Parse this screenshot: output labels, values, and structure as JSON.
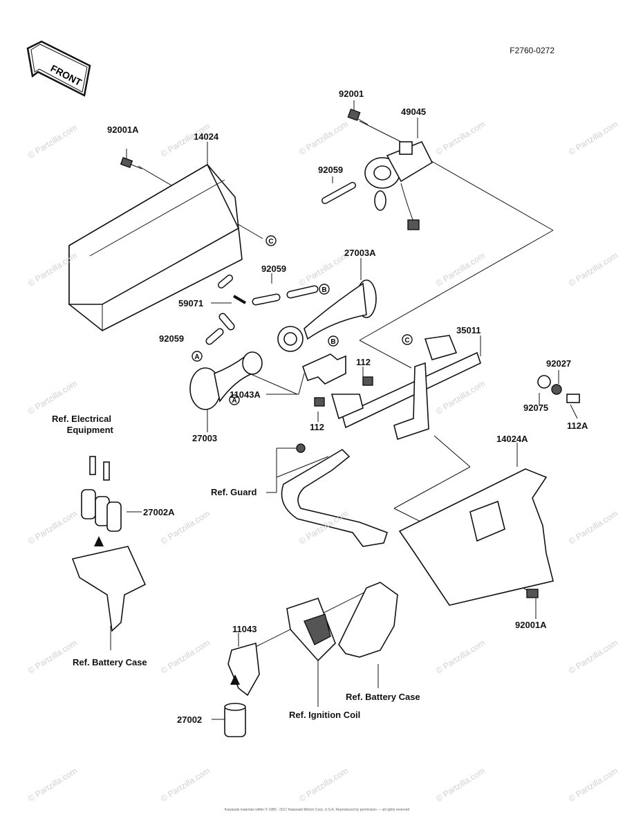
{
  "diagram_code": "F2760-0272",
  "front_label": "FRONT",
  "watermark_text": "© Partzilla.com",
  "callouts": {
    "A": "A",
    "B": "B",
    "C": "C"
  },
  "parts": {
    "p92001": "92001",
    "p49045": "49045",
    "p92001A_top": "92001A",
    "p14024": "14024",
    "p92059_top": "92059",
    "p92059_mid": "92059",
    "p27003A": "27003A",
    "p59071": "59071",
    "p92059_low": "92059",
    "p35011": "35011",
    "p112_upper": "112",
    "p92027": "92027",
    "p11043A": "11043A",
    "p112_lower": "112",
    "p92075": "92075",
    "p112A": "112A",
    "p27003": "27003",
    "p14024A": "14024A",
    "p27002A": "27002A",
    "p92001A_bottom": "92001A",
    "p11043": "11043",
    "p27002": "27002"
  },
  "refs": {
    "electrical": "Ref. Electrical\n      Equipment",
    "guard": "Ref. Guard",
    "battery_left": "Ref. Battery Case",
    "battery_right": "Ref. Battery Case",
    "ignition": "Ref. Ignition Coil"
  },
  "footer_text": "Kawasaki materials within © 1985 - 2017 Kawasaki Motors Corp. U.S.A. Reproduced by permission — all rights reserved"
}
